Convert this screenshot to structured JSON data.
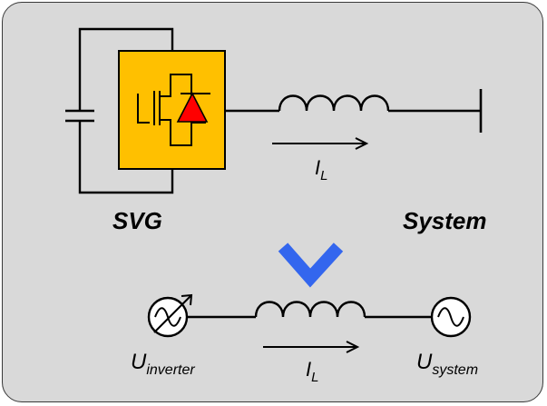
{
  "labels": {
    "svg_title": "SVG",
    "system_title": "System",
    "current_top_main": "I",
    "current_top_sub": "L",
    "current_bottom_main": "I",
    "current_bottom_sub": "L",
    "u_inverter_main": "U",
    "u_inverter_sub": "inverter",
    "u_system_main": "U",
    "u_system_sub": "system"
  },
  "colors": {
    "panel": "#d9d9d9",
    "converter_fill": "#ffc000",
    "diode_fill": "#ff0000",
    "down_arrow": "#3366ee",
    "line": "#000000"
  },
  "icons": {
    "converter": "svg-converter-block",
    "diode": "diode-icon",
    "capacitor": "capacitor-icon",
    "inductor": "inductor-coil-icon",
    "variable_source": "variable-ac-source-icon",
    "ac_source": "ac-source-icon",
    "down_arrow": "down-arrow-icon"
  }
}
